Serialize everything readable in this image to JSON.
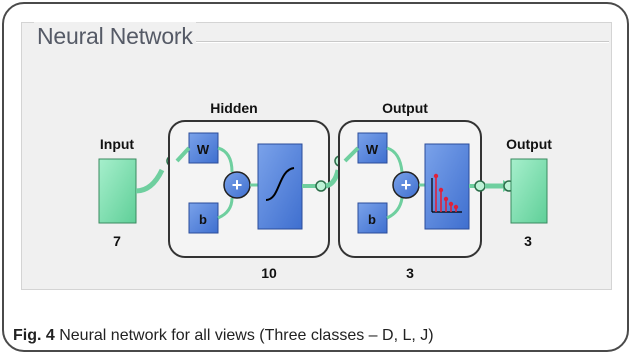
{
  "window": {
    "group_title": "Neural Network"
  },
  "diagram": {
    "input": {
      "label": "Input",
      "size": "7"
    },
    "hidden": {
      "label": "Hidden",
      "size": "10"
    },
    "output_layer": {
      "label": "Output",
      "size": "3"
    },
    "output": {
      "label": "Output",
      "size": "3"
    },
    "weight_label": "W",
    "bias_label": "b",
    "sum_symbol": "+",
    "colors": {
      "block": "#4f7fd8",
      "io": "#7fe0b0",
      "connector": "#6fcf9f",
      "accent": "#e0203a"
    }
  },
  "caption": {
    "fig_label": "Fig. 4",
    "text": " Neural network for all views (Three classes – D, L, J)"
  }
}
